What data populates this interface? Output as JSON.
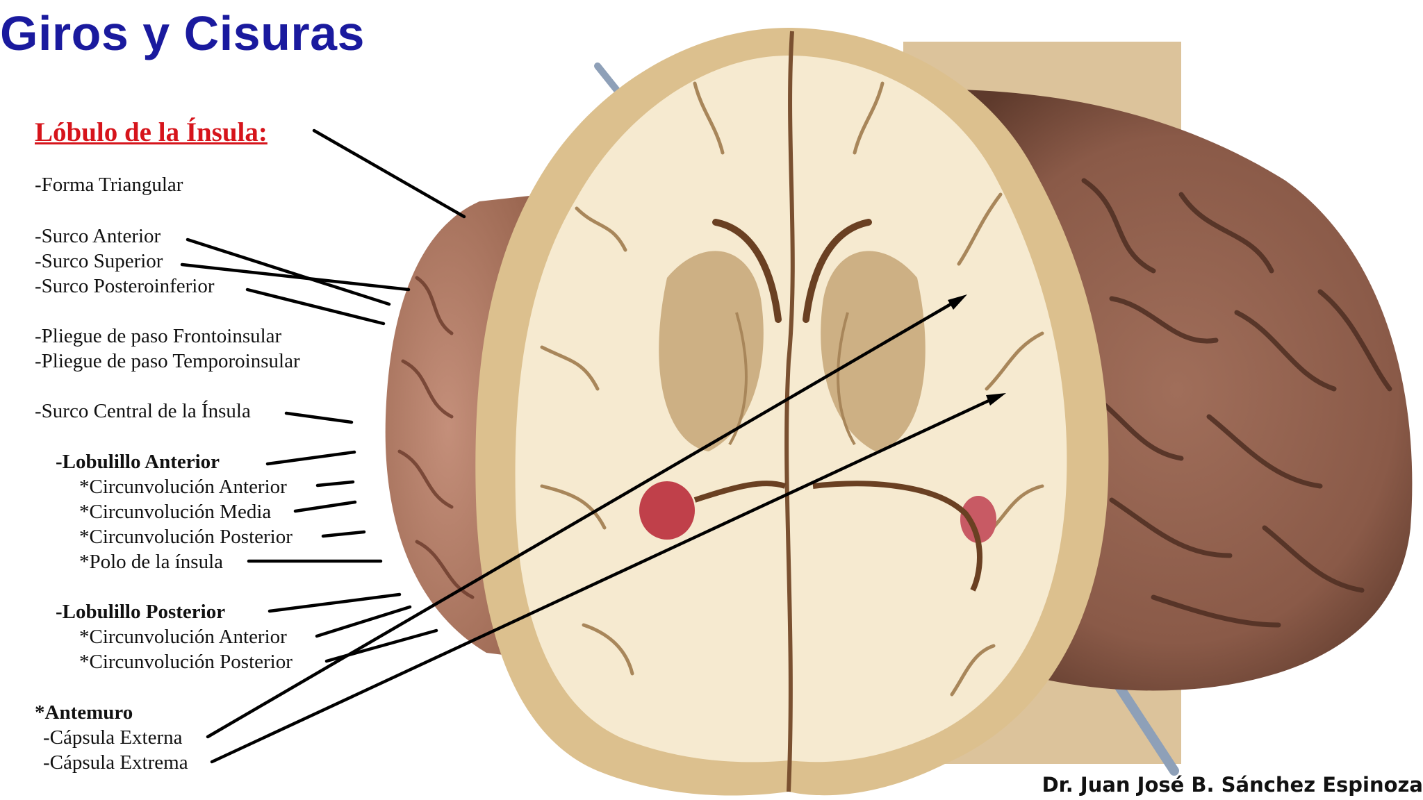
{
  "slide": {
    "title": "Giros y Cisuras",
    "section_title": "Lóbulo de la Ínsula:",
    "labels": {
      "forma": "-Forma Triangular",
      "surco_anterior": "-Surco Anterior",
      "surco_superior": "-Surco Superior",
      "surco_postero": "-Surco Posteroinferior",
      "pliegue_fronto": "-Pliegue de paso Frontoinsular",
      "pliegue_temporo": "-Pliegue de paso Temporoinsular",
      "surco_central": "-Surco Central de la Ínsula",
      "lobulillo_anterior": "-Lobulillo Anterior",
      "la_circ_anterior": "*Circunvolución Anterior",
      "la_circ_media": "*Circunvolución Media",
      "la_circ_posterior": "*Circunvolución Posterior",
      "la_polo": "*Polo de la ínsula",
      "lobulillo_posterior": "-Lobulillo Posterior",
      "lp_circ_anterior": "*Circunvolución Anterior",
      "lp_circ_posterior": "*Circunvolución Posterior",
      "antemuro": "*Antemuro",
      "capsula_externa": "-Cápsula Externa",
      "capsula_extrema": "-Cápsula Extrema"
    },
    "credit": "Dr. Juan José B. Sánchez Espinoza"
  },
  "colors": {
    "title": "#1a1a9e",
    "section_title": "#d6141b",
    "brain_cortex": "#8a5a48",
    "white_matter": "#f6ead0",
    "gray_matter": "#dcc08e"
  }
}
